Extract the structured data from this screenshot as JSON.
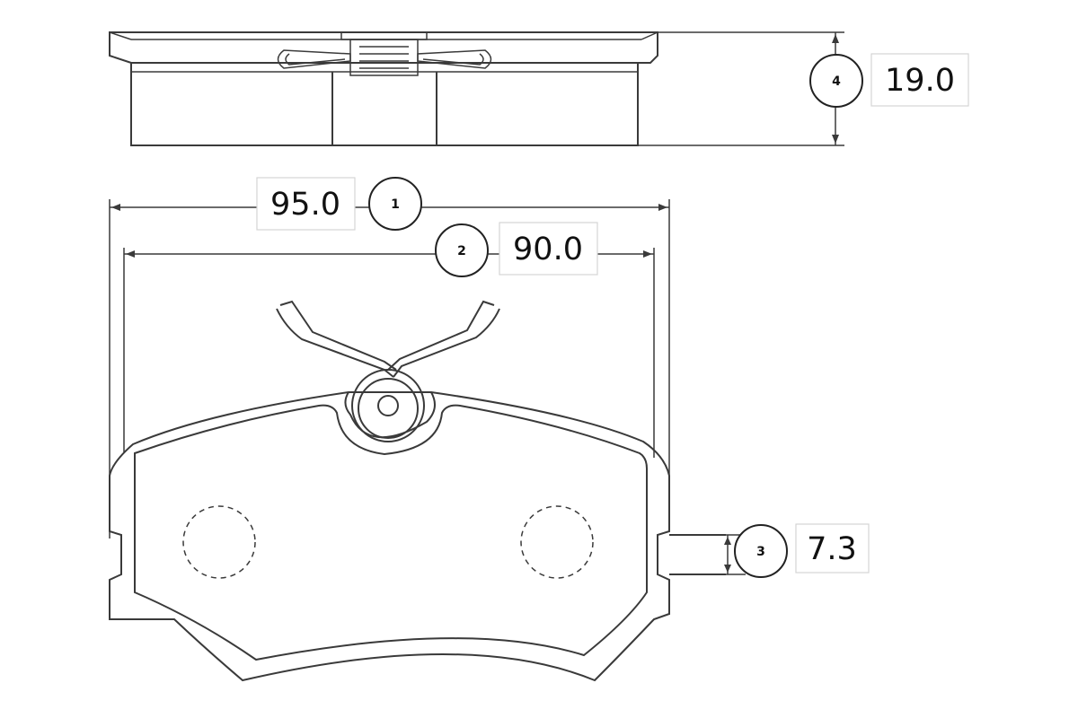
{
  "dimensions": {
    "d1": {
      "number": "1",
      "value": "95.0"
    },
    "d2": {
      "number": "2",
      "value": "90.0"
    },
    "d3": {
      "number": "3",
      "value": "7.3"
    },
    "d4": {
      "number": "4",
      "value": "19.0"
    }
  }
}
